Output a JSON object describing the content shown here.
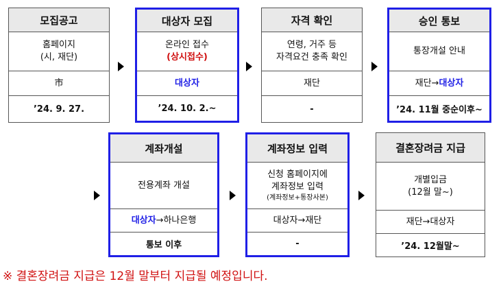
{
  "row1": [
    {
      "title": "모집공고",
      "detail1": "홈페이지",
      "detail2": "(시, 재단)",
      "who": "市",
      "date": "’24. 9. 27."
    },
    {
      "title": "대상자 모집",
      "detail1": "온라인 접수",
      "detail2": "(상시접수)",
      "who": "대상자",
      "date": "’24. 10. 2.~"
    },
    {
      "title": "자격 확인",
      "detail1": "연령, 거주 등",
      "detail2": "자격요건 충족 확인",
      "who": "재단",
      "date": "-"
    },
    {
      "title": "승인 통보",
      "detail1": "통장개설 안내",
      "who_a": "재단→",
      "who_b": "대상자",
      "date": "’24. 11월 중순이후~"
    }
  ],
  "row2": [
    {
      "title": "계좌개설",
      "detail1": "전용계좌 개설",
      "who_a": "대상자",
      "who_b": "→하나은행",
      "date": "통보 이후"
    },
    {
      "title": "계좌정보 입력",
      "detail1": "신청 홈페이지에",
      "detail2": "계좌정보 입력",
      "detail3": "(계좌정보+통장사본)",
      "who": "대상자→재단",
      "date": "-"
    },
    {
      "title": "결혼장려금 지급",
      "detail1": "개별입금",
      "detail2": "(12월 말~)",
      "who": "재단→대상자",
      "date": "’24. 12월말~"
    }
  ],
  "note": "※ 결혼장려금 지급은 12월 말부터 지급될 예정입니다.",
  "colors": {
    "highlight": "#1f1fe6",
    "red": "#d01010",
    "title_bg": "#e9e9e9"
  }
}
